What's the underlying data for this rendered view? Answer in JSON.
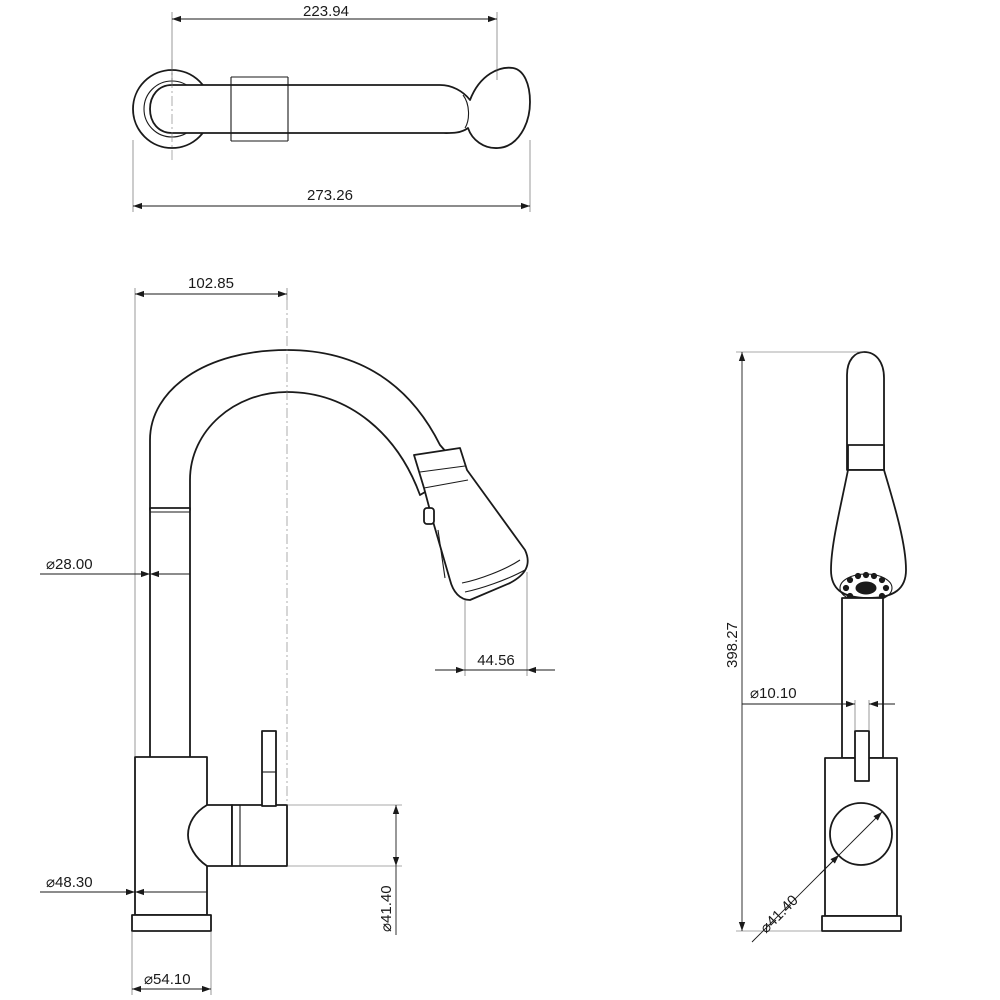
{
  "dimensions": {
    "top_handle_span": "223.94",
    "top_overall_length": "273.26",
    "spout_reach": "102.85",
    "spout_tube_diameter": "⌀28.00",
    "spray_head_width": "44.56",
    "body_diameter": "⌀48.30",
    "base_diameter": "⌀54.10",
    "handle_hub_diameter": "⌀41.40",
    "overall_height": "398.27",
    "lever_diameter": "⌀10.10",
    "side_hub_diameter": "⌀41.40"
  }
}
